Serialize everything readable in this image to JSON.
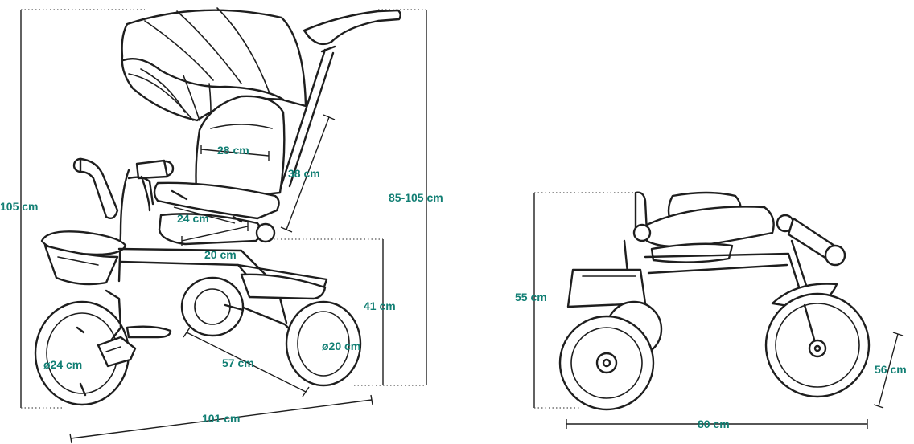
{
  "accent_color": "#127f74",
  "side_view": {
    "labels": {
      "height_total": "105 cm",
      "handle_height": "85-105 cm",
      "backrest_height": "38 cm",
      "seat_width_top": "28 cm",
      "seat_width_mid": "24 cm",
      "seat_depth": "20 cm",
      "seat_height": "41 cm",
      "front_wheel": "ø24 cm",
      "rear_wheel": "ø20 cm",
      "wheelbase": "57 cm",
      "length_total": "101 cm"
    }
  },
  "folded_view": {
    "labels": {
      "height": "55 cm",
      "length": "80 cm",
      "width": "56 cm"
    }
  }
}
